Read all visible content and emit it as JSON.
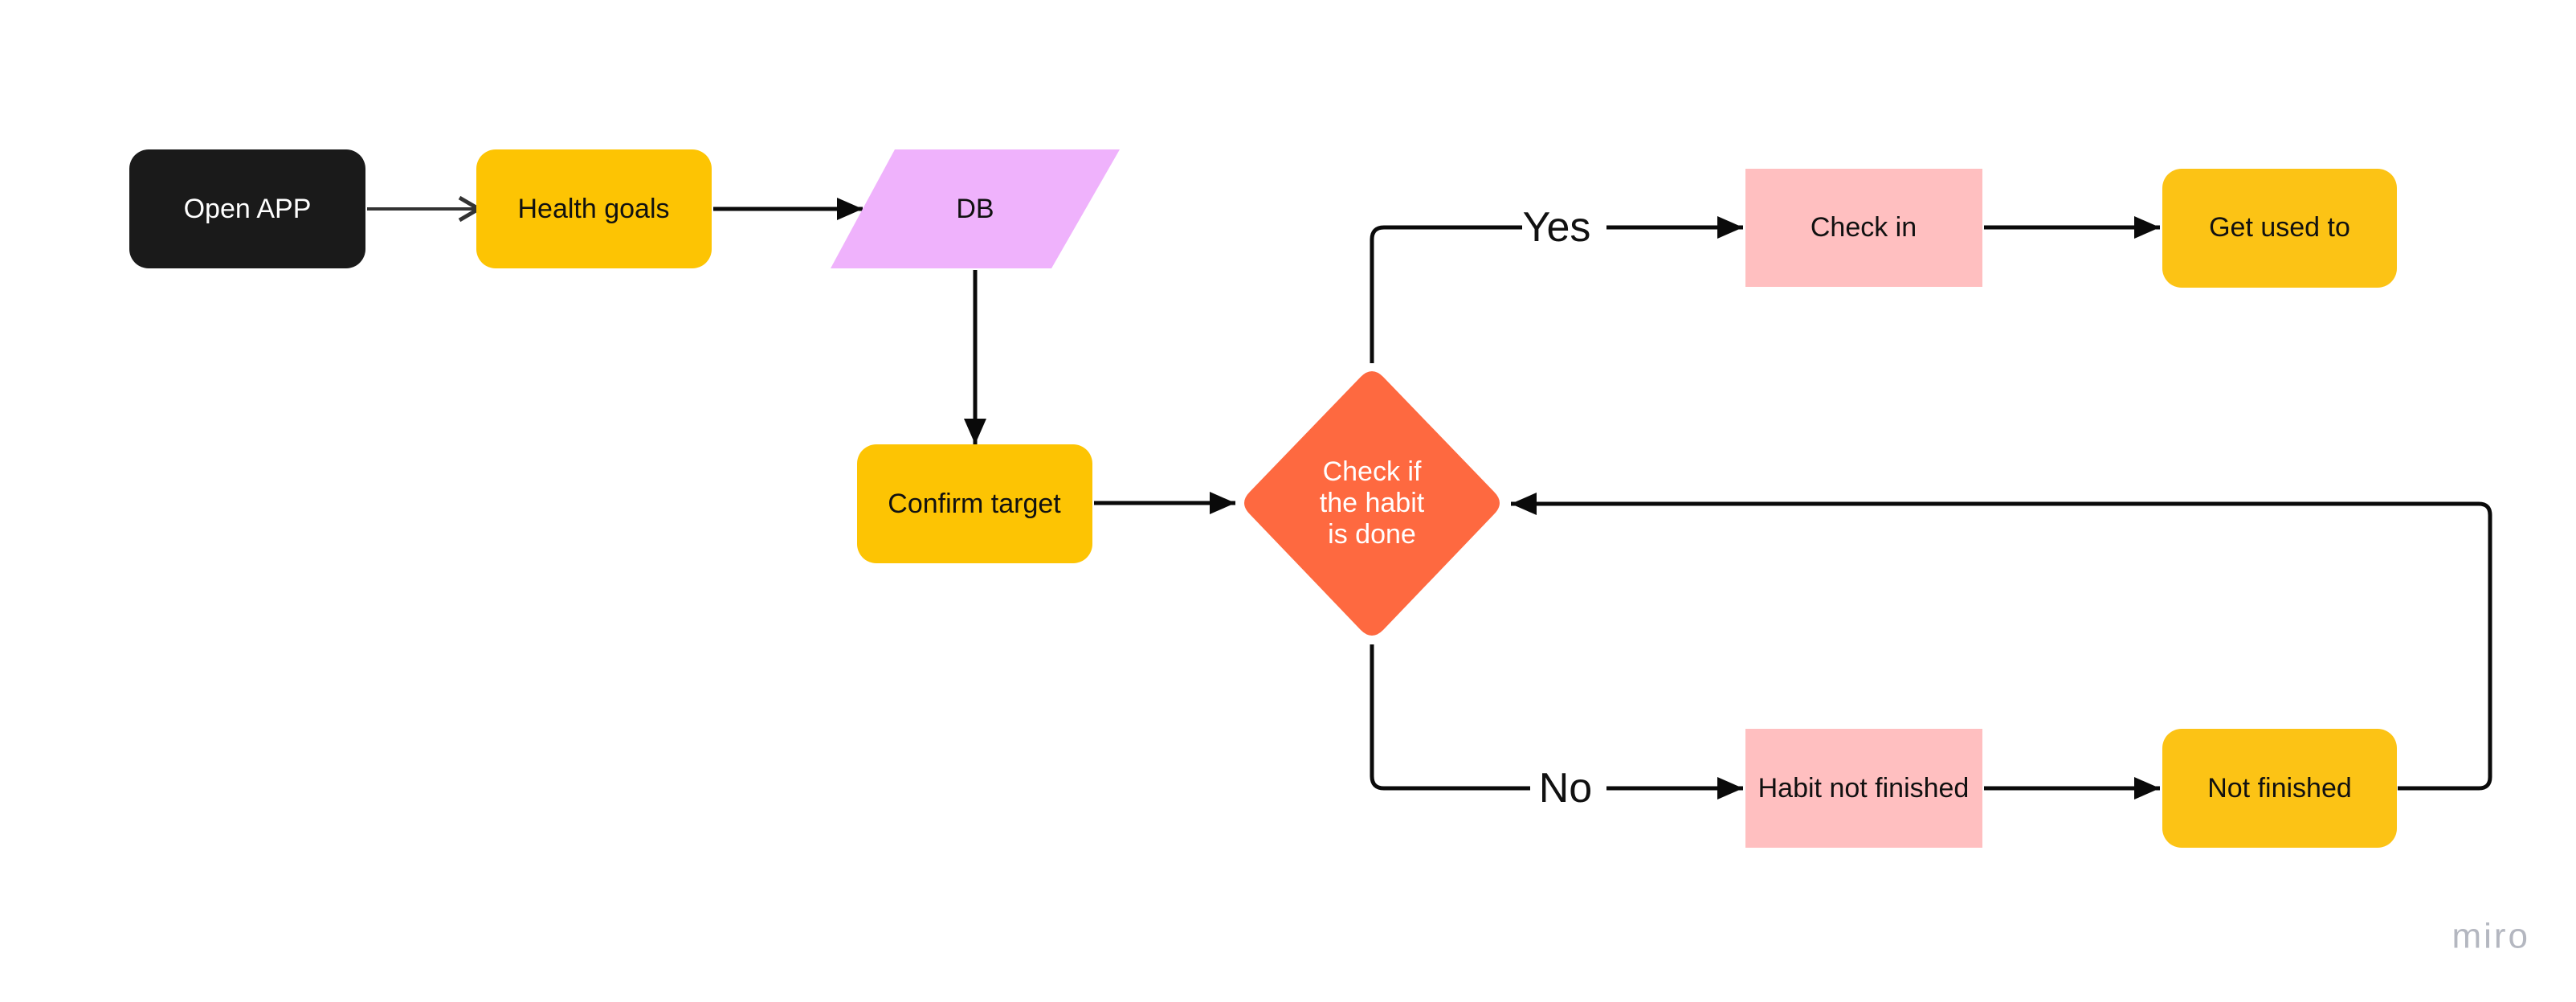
{
  "nodes": {
    "open_app": {
      "label": "Open APP",
      "fill": "#1a1a1a",
      "text_color": "#ffffff"
    },
    "health_goals": {
      "label": "Health goals",
      "fill": "#fdc403",
      "text_color": "#111111"
    },
    "db": {
      "label": "DB",
      "fill": "#efb2fc",
      "text_color": "#111111"
    },
    "confirm_target": {
      "label": "Confirm target",
      "fill": "#fdc403",
      "text_color": "#111111"
    },
    "decision": {
      "line1": "Check if",
      "line2": "the habit",
      "line3": "is done",
      "fill": "#fe6940",
      "text_color": "#ffffff"
    },
    "check_in": {
      "label": "Check in",
      "fill": "#ffbfc0",
      "text_color": "#111111"
    },
    "get_used_to": {
      "label": "Get used to",
      "fill": "#fcc315",
      "text_color": "#111111"
    },
    "habit_not_finished": {
      "label": "Habit not finished",
      "fill": "#ffbfc0",
      "text_color": "#111111"
    },
    "not_finished": {
      "label": "Not finished",
      "fill": "#fcc315",
      "text_color": "#111111"
    }
  },
  "edge_labels": {
    "yes": "Yes",
    "no": "No"
  },
  "watermark": "miro"
}
